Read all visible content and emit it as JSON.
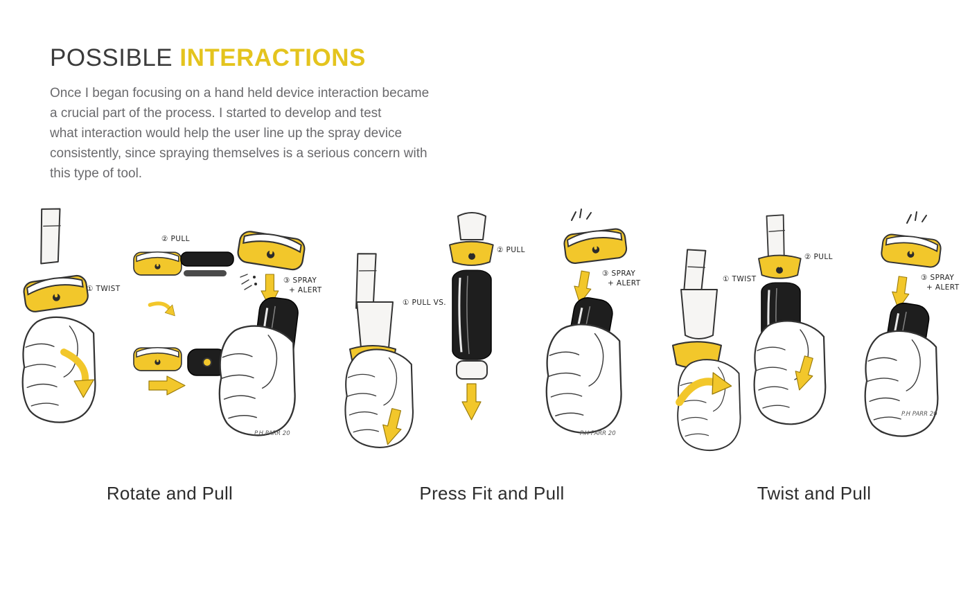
{
  "page": {
    "title": {
      "primary": "POSSIBLE",
      "accent": "INTERACTIONS"
    },
    "intro_lines": [
      "Once I began focusing on a hand held device interaction became",
      "a crucial part of the process. I started to develop and test",
      "what interaction would help the user line up the spray device",
      "consistently, since spraying themselves is a serious concern with",
      "this type of tool."
    ]
  },
  "colors": {
    "accent_yellow": "#e4c41e",
    "sketch_yellow": "#f2c72b",
    "ink": "#2e2e2e",
    "body_text": "#69696c"
  },
  "groups": [
    {
      "caption": "Rotate and Pull",
      "steps": {
        "one": "① TWIST",
        "two": "② PULL",
        "three_a": "③ SPRAY",
        "three_b": "+ ALERT"
      },
      "signature": "P.H PARR 20"
    },
    {
      "caption": "Press Fit and Pull",
      "steps": {
        "one": "① PULL VS.",
        "two": "② PULL",
        "three_a": "③ SPRAY",
        "three_b": "+ ALERT"
      },
      "signature": "P.H PARR 20"
    },
    {
      "caption": "Twist and Pull",
      "steps": {
        "one": "① TWIST",
        "two": "② PULL",
        "three_a": "③ SPRAY",
        "three_b": "+ ALERT"
      },
      "signature": "P.H PARR 20"
    }
  ]
}
